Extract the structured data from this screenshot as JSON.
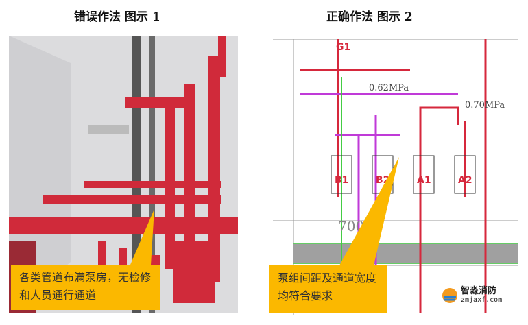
{
  "left": {
    "title": "错误作法  图示 1",
    "callout": "各类管道布满泵房，无检修和人员通行通道"
  },
  "right": {
    "title": "正确作法  图示 2",
    "callout": "泵组间距及通道宽度均符合要求",
    "drawing_labels": {
      "pumps": [
        "B1",
        "B2",
        "A1",
        "A2"
      ],
      "pressure_1": "0.62MPa",
      "pressure_2": "0.70MPa",
      "dimension": "700",
      "pipe_tag": "G1"
    }
  },
  "logo": {
    "name": "智淼消防",
    "url": "zmjaxf.com"
  },
  "colors": {
    "callout": "#fbb800",
    "pipe_red": "#d6283c",
    "wall": "#e8e8ea"
  }
}
